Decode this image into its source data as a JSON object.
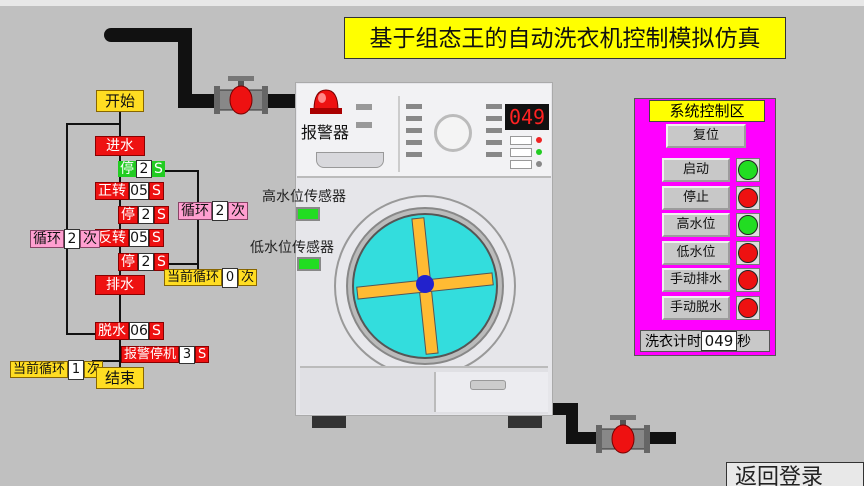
{
  "title": "基于组态王的自动洗衣机控制模拟仿真",
  "alarm_label": "报警器",
  "display_value": "049",
  "sensors": {
    "high": "高水位传感器",
    "low": "低水位传感器"
  },
  "flow": {
    "start": "开始",
    "fill": "进水",
    "pause1_label": "停",
    "pause1_value": "2",
    "pause1_unit": "S",
    "forward_label": "正转",
    "forward_value": "05",
    "forward_unit": "S",
    "pause2_label": "停",
    "pause2_value": "2",
    "pause2_unit": "S",
    "reverse_label": "反转",
    "reverse_value": "05",
    "reverse_unit": "S",
    "pause3_label": "停",
    "pause3_value": "2",
    "pause3_unit": "S",
    "drain": "排水",
    "spin_label": "脱水",
    "spin_value": "06",
    "spin_unit": "S",
    "alarm_stop_label": "报警停机",
    "alarm_stop_value": "3",
    "alarm_stop_unit": "S",
    "end": "结束",
    "inner_loop_label": "循环",
    "inner_loop_value": "2",
    "inner_loop_unit": "次",
    "outer_loop_label": "循环",
    "outer_loop_value": "2",
    "outer_loop_unit": "次",
    "inner_current_label": "当前循环",
    "inner_current_value": "0",
    "inner_current_unit": "次",
    "outer_current_label": "当前循环",
    "outer_current_value": "1",
    "outer_current_unit": "次"
  },
  "control": {
    "header": "系统控制区",
    "reset": "复位",
    "rows": [
      {
        "label": "启动",
        "lamp": "#22dd22"
      },
      {
        "label": "停止",
        "lamp": "#ee1111"
      },
      {
        "label": "高水位",
        "lamp": "#22dd22"
      },
      {
        "label": "低水位",
        "lamp": "#ee1111"
      },
      {
        "label": "手动排水",
        "lamp": "#ee1111"
      },
      {
        "label": "手动脱水",
        "lamp": "#ee1111"
      }
    ],
    "timer_label": "洗衣计时",
    "timer_value": "049",
    "timer_unit": "秒"
  },
  "return_button": "返回登录",
  "colors": {
    "drum": "#33dddd",
    "agitator": "#ffbb33",
    "panel": "#ff00ff"
  }
}
